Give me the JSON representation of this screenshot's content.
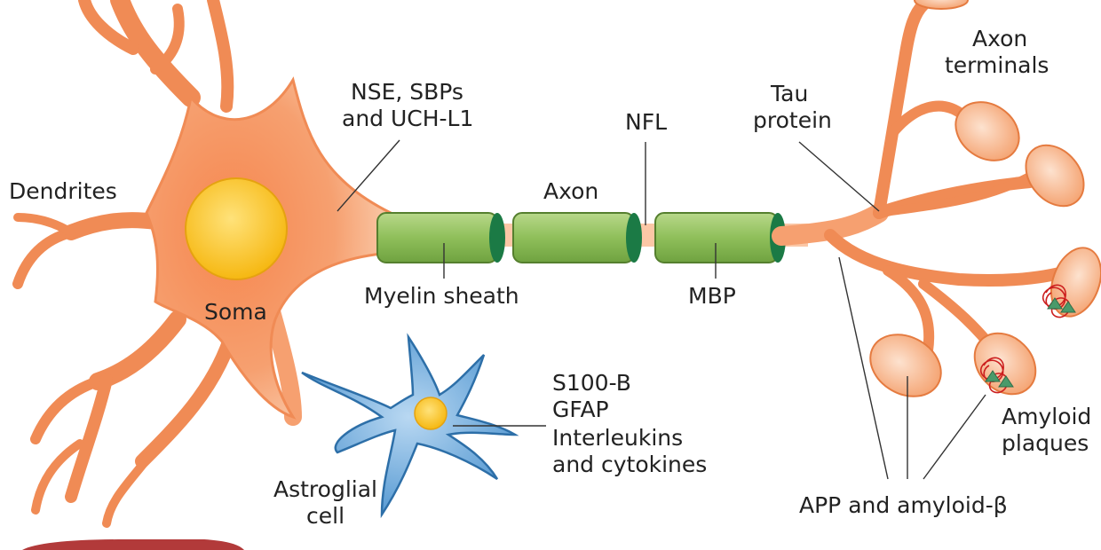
{
  "colors": {
    "neuron_fill": "#f08b55",
    "neuron_light": "#fbc7a6",
    "myelin": "#8fbf5a",
    "myelin_ring": "#1b7a45",
    "astrocyte": "#5b9fd6",
    "nucleus": "#f9c21d",
    "plaque": "#cc1f1f",
    "text": "#222222"
  },
  "labels": {
    "dendrites": "Dendrites",
    "soma": "Soma",
    "nse_line1": "NSE, SBPs",
    "nse_line2": "and UCH-L1",
    "axon": "Axon",
    "nfl": "NFL",
    "myelin": "Myelin sheath",
    "mbp": "MBP",
    "tau_line1": "Tau",
    "tau_line2": "protein",
    "terminals_line1": "Axon",
    "terminals_line2": "terminals",
    "astro_line1": "Astroglial",
    "astro_line2": "cell",
    "s100b": "S100-B",
    "gfap": "GFAP",
    "interleukins": "Interleukins",
    "cytokines": "and cytokines",
    "amyloid_line1": "Amyloid",
    "amyloid_line2": "plaques",
    "app": "APP and amyloid-β"
  }
}
